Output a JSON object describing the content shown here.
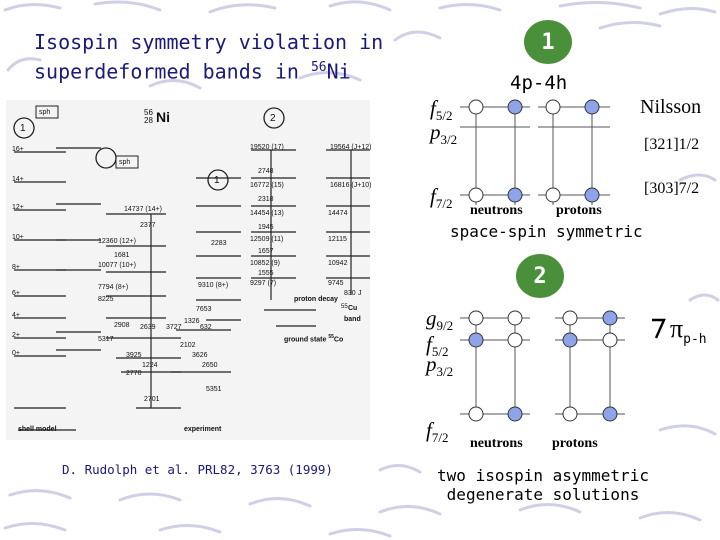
{
  "title": {
    "line1": "Isospin symmetry violation in",
    "line2_pre": "superdeformed bands in ",
    "mass": "56",
    "element": "Ni"
  },
  "citation": "D. Rudolph et al. PRL82, 3763 (1999)",
  "level_scheme": {
    "nucleus": {
      "mass": "56",
      "z": "28",
      "symbol": "Ni"
    },
    "sph_label": "sph",
    "band_labels": [
      "1",
      "2"
    ],
    "proton_decay": "proton decay",
    "cu_band": {
      "mass": "55",
      "symbol": "Cu",
      "suffix": "band"
    },
    "ground_state": {
      "text": "ground state ",
      "mass": "55",
      "symbol": "Co"
    },
    "shell_model": "shell model",
    "experiment": "experiment",
    "spin_left": [
      "16+",
      "14+",
      "12+",
      "10+",
      "8+",
      "6+",
      "4+",
      "2+",
      "0+"
    ],
    "energies": [
      "19520 (17)",
      "2748",
      "16772 (15)",
      "2318",
      "14454 (13)",
      "1945",
      "12509 (11)",
      "1657",
      "10852 (9)",
      "1555",
      "9297 (7)",
      "14737 (14+)",
      "2377",
      "12360 (12+)",
      "2283",
      "10077 (10+)",
      "1681",
      "7794 (8+)",
      "9310 (8+)",
      "7653",
      "8225",
      "5317",
      "3925",
      "2701",
      "3727",
      "2639",
      "2102",
      "3626",
      "2650",
      "5351",
      "2908",
      "1224",
      "2770",
      "1326",
      "632",
      "19564 (J+12)",
      "16816 (J+10)",
      "14474",
      "12115",
      "10942",
      "9745",
      "830",
      "J"
    ]
  },
  "panel1": {
    "badge": "1",
    "subtitle": "4p-4h",
    "levels": [
      {
        "label": "f",
        "sub": "5/2"
      },
      {
        "label": "p",
        "sub": "3/2"
      },
      {
        "label": "f",
        "sub": "7/2"
      }
    ],
    "nilsson_title": "Nilsson",
    "nilsson_1": "[321]1/2",
    "nilsson_2": "[303]7/2",
    "neutrons": "neutrons",
    "protons": "protons",
    "caption": "space-spin symmetric"
  },
  "panel2": {
    "badge": "2",
    "levels": [
      {
        "label": "g",
        "sub": "9/2"
      },
      {
        "label": "f",
        "sub": "5/2"
      },
      {
        "label": "p",
        "sub": "3/2"
      },
      {
        "label": "f",
        "sub": "7/2"
      }
    ],
    "pi_label": "π",
    "pi_sub": "p-h",
    "neutrons": "neutrons",
    "protons": "protons",
    "caption_line1": "two isospin asymmetric",
    "caption_line2": "degenerate solutions"
  },
  "colors": {
    "title": "#1a1a7a",
    "badge": "#4a8f3a",
    "orbital_fill": "#8ea4e8",
    "orbital_empty": "#ffffff",
    "decoration": "#c8c8e0"
  }
}
